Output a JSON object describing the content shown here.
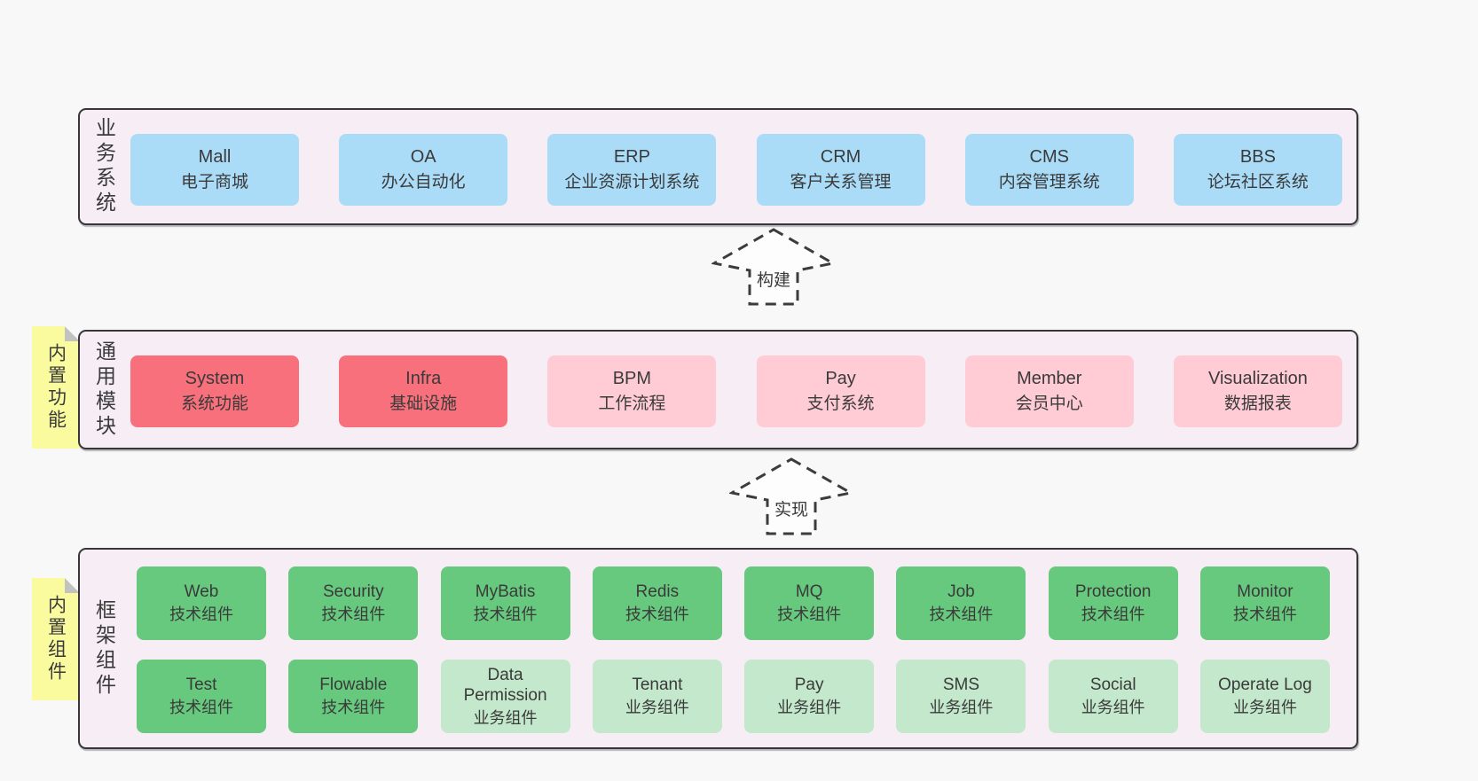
{
  "colors": {
    "page_bg": "#f8f8f8",
    "band_bg": "#f7edf5",
    "band_border": "#38353b",
    "blue_box": "#aadcf8",
    "red_box": "#f7707b",
    "pink_box": "#ffccd5",
    "green_box": "#67c97e",
    "light_green_box": "#c3e8cb",
    "note_yellow": "#fafa9e",
    "text": "#3a3a3a"
  },
  "bands": [
    {
      "label": "业务系统",
      "boxes": [
        {
          "name": "Mall",
          "desc": "电子商城"
        },
        {
          "name": "OA",
          "desc": "办公自动化"
        },
        {
          "name": "ERP",
          "desc": "企业资源计划系统"
        },
        {
          "name": "CRM",
          "desc": "客户关系管理"
        },
        {
          "name": "CMS",
          "desc": "内容管理系统"
        },
        {
          "name": "BBS",
          "desc": "论坛社区系统"
        }
      ]
    },
    {
      "label": "通用模块",
      "note": "内置功能",
      "boxes": [
        {
          "name": "System",
          "desc": "系统功能"
        },
        {
          "name": "Infra",
          "desc": "基础设施"
        },
        {
          "name": "BPM",
          "desc": "工作流程"
        },
        {
          "name": "Pay",
          "desc": "支付系统"
        },
        {
          "name": "Member",
          "desc": "会员中心"
        },
        {
          "name": "Visualization",
          "desc": "数据报表"
        }
      ]
    },
    {
      "label": "框架组件",
      "note": "内置组件",
      "rows": [
        [
          {
            "name": "Web",
            "desc": "技术组件"
          },
          {
            "name": "Security",
            "desc": "技术组件"
          },
          {
            "name": "MyBatis",
            "desc": "技术组件"
          },
          {
            "name": "Redis",
            "desc": "技术组件"
          },
          {
            "name": "MQ",
            "desc": "技术组件"
          },
          {
            "name": "Job",
            "desc": "技术组件"
          },
          {
            "name": "Protection",
            "desc": "技术组件"
          },
          {
            "name": "Monitor",
            "desc": "技术组件"
          }
        ],
        [
          {
            "name": "Test",
            "desc": "技术组件"
          },
          {
            "name": "Flowable",
            "desc": "技术组件"
          },
          {
            "name": "Data Permission",
            "desc": "业务组件"
          },
          {
            "name": "Tenant",
            "desc": "业务组件"
          },
          {
            "name": "Pay",
            "desc": "业务组件"
          },
          {
            "name": "SMS",
            "desc": "业务组件"
          },
          {
            "name": "Social",
            "desc": "业务组件"
          },
          {
            "name": "Operate Log",
            "desc": "业务组件"
          }
        ]
      ]
    }
  ],
  "arrows": [
    {
      "label": "构建"
    },
    {
      "label": "实现"
    }
  ]
}
